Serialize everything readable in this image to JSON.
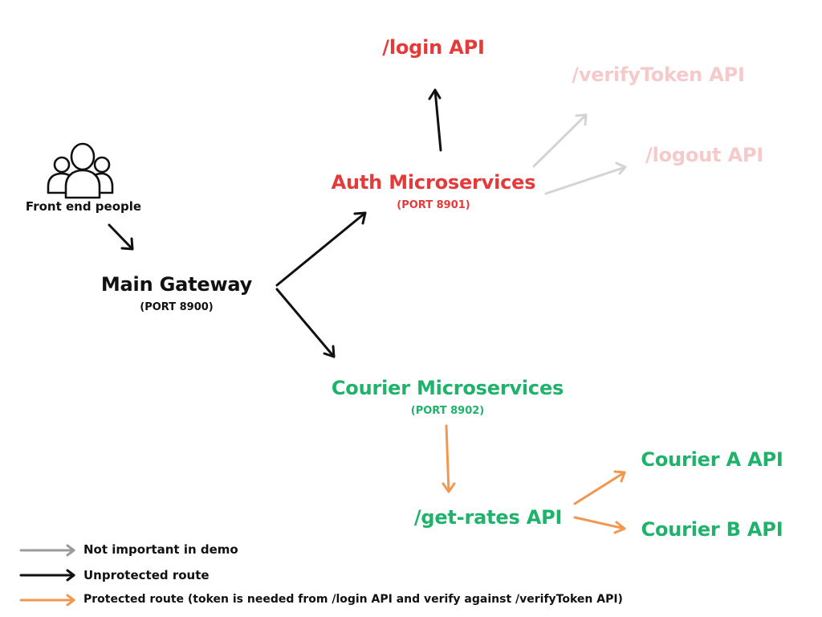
{
  "colors": {
    "black": "#111111",
    "red": "#e53a3a",
    "faded_red": "#f6caca",
    "green": "#1fb26a",
    "orange": "#f2974f",
    "gray": "#d4d4d4",
    "legend_gray": "#9b9b9b"
  },
  "icons": {
    "people": "users-group-icon"
  },
  "nodes": {
    "front_end": "Front end people",
    "gateway": {
      "title": "Main Gateway",
      "port": "(PORT 8900)"
    },
    "auth": {
      "title": "Auth Microservices",
      "port": "(PORT 8901)"
    },
    "courier": {
      "title": "Courier Microservices",
      "port": "(PORT 8902)"
    },
    "login_api": "/login API",
    "verify_api": "/verifyToken API",
    "logout_api": "/logout API",
    "rates_api": "/get-rates API",
    "courier_a": "Courier A API",
    "courier_b": "Courier B API"
  },
  "legend": [
    {
      "label": "Not important in demo",
      "color": "legend_gray"
    },
    {
      "label": "Unprotected route",
      "color": "black"
    },
    {
      "label": "Protected route (token is needed from /login API and verify against /verifyToken API)",
      "color": "orange"
    }
  ]
}
